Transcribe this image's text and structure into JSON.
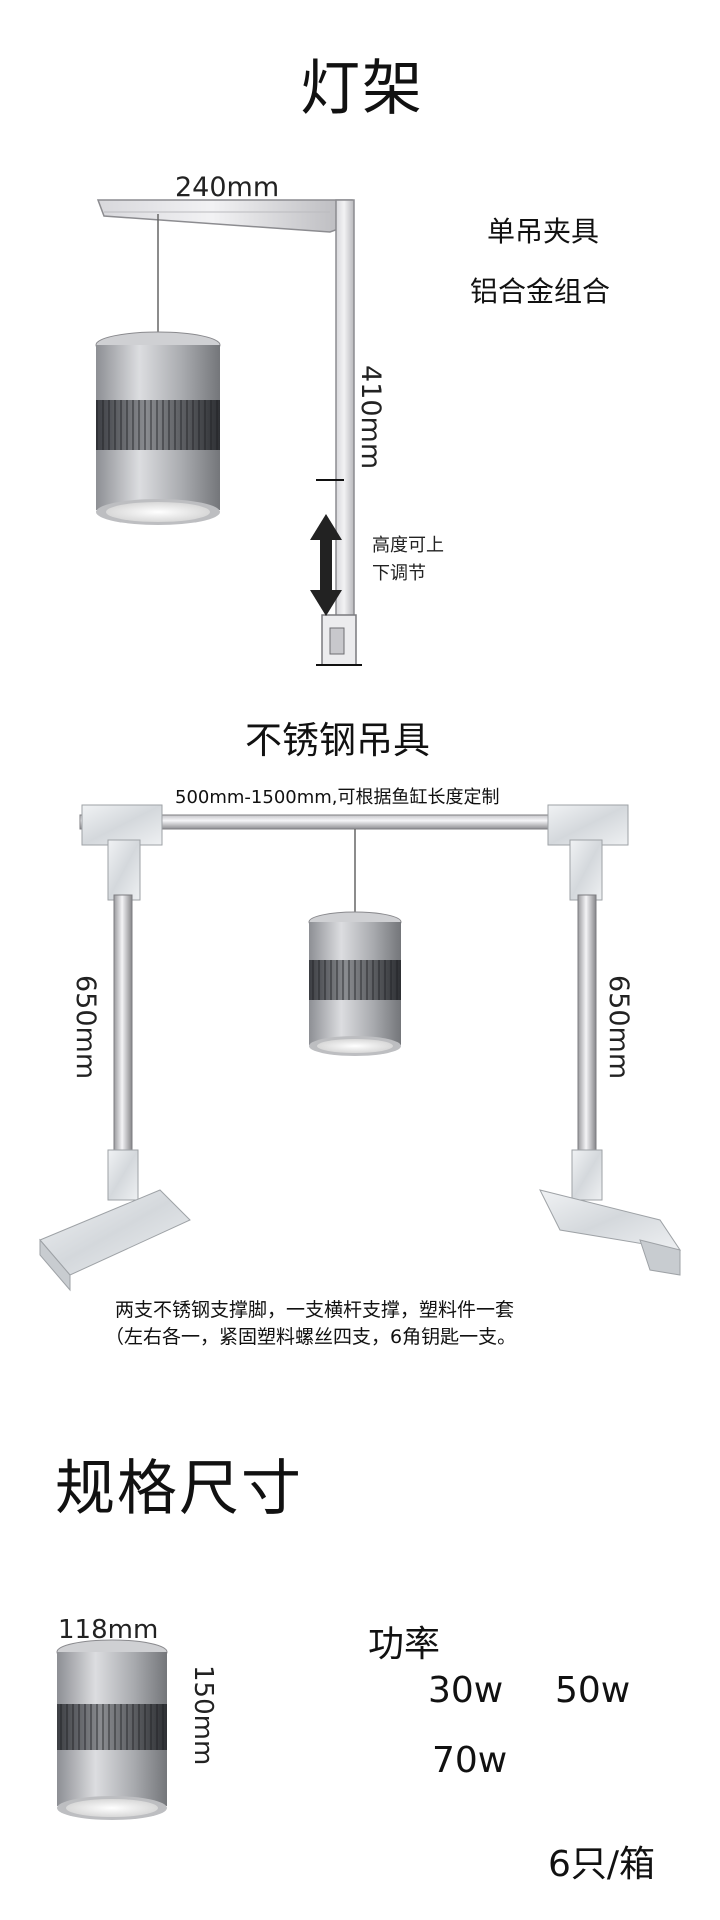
{
  "section1": {
    "title": "灯架",
    "width_dim": "240mm",
    "height_dim": "410mm",
    "feature_line1": "单吊夹具",
    "feature_line2": "铝合金组合",
    "adjust_line1": "高度可上",
    "adjust_line2": "下调节"
  },
  "section2": {
    "title": "不锈钢吊具",
    "span_note": "500mm-1500mm,可根据鱼缸长度定制",
    "left_leg_dim": "650mm",
    "right_leg_dim": "650mm",
    "desc_line1": "两支不锈钢支撑脚，一支横杆支撑，塑料件一套",
    "desc_line2": "（左右各一，紧固塑料螺丝四支，6角钥匙一支。"
  },
  "section3": {
    "title": "规格尺寸",
    "diameter_dim": "118mm",
    "height_dim": "150mm",
    "power_label": "功率",
    "powers": [
      "30w",
      "50w",
      "70w"
    ],
    "packing": "6只/箱"
  }
}
